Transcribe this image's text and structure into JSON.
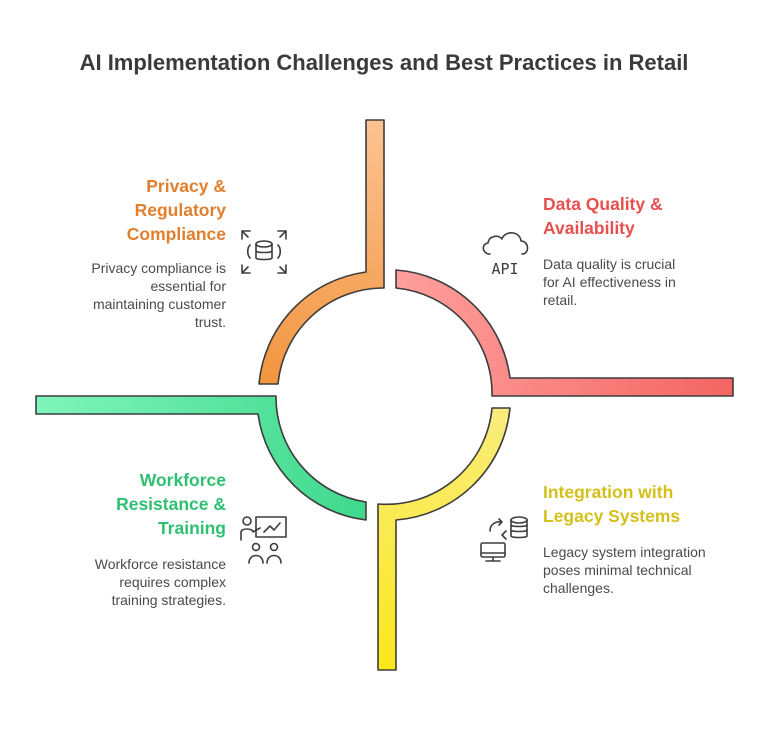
{
  "title": "AI Implementation Challenges and Best Practices in Retail",
  "sections": {
    "privacy": {
      "heading_lines": [
        "Privacy &",
        "Regulatory",
        "Compliance"
      ],
      "description_lines": [
        "Privacy compliance is",
        "essential for",
        "maintaining customer",
        "trust."
      ],
      "color": "#e07f2e",
      "icon": "database-expand-icon"
    },
    "data_quality": {
      "heading_lines": [
        "Data Quality &",
        "Availability"
      ],
      "description_lines": [
        "Data quality is crucial",
        "for AI effectiveness in",
        "retail."
      ],
      "color": "#e8504e",
      "icon": "cloud-api-icon",
      "icon_text": "API"
    },
    "workforce": {
      "heading_lines": [
        "Workforce",
        "Resistance &",
        "Training"
      ],
      "description_lines": [
        "Workforce resistance",
        "requires complex",
        "training strategies."
      ],
      "color": "#2fbf71",
      "icon": "training-group-icon"
    },
    "integration": {
      "heading_lines": [
        "Integration with",
        "Legacy Systems"
      ],
      "description_lines": [
        "Legacy system integration",
        "poses minimal technical",
        "challenges."
      ],
      "color": "#d4c01a",
      "icon": "database-computer-sync-icon"
    }
  },
  "colors": {
    "orange_light": "#fdc392",
    "orange_dark": "#f2953f",
    "red_light": "#ff9f9c",
    "red_dark": "#f36562",
    "green_light": "#7ff5bc",
    "green_dark": "#3fd88c",
    "yellow_light": "#f9ec7d",
    "yellow_dark": "#fbe81a",
    "stroke": "#3d3d3d"
  }
}
